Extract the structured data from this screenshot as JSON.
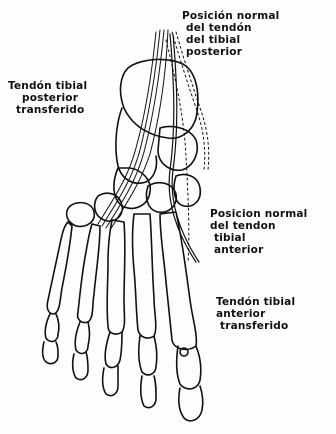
{
  "labels": {
    "tibial_posterior_normal": {
      "line1": "Posición normal",
      "line2": "del tendón",
      "line3": "del tibial",
      "line4": "posterior"
    },
    "tibial_posterior_transferred": {
      "line1": "Tendón tibial",
      "line2": "posterior",
      "line3": "transferido"
    },
    "tibial_anterior_normal": {
      "line1": "Posicion normal",
      "line2": "del tendon",
      "line3": "tibial",
      "line4": "anterior"
    },
    "tibial_anterior_transferred": {
      "line1": "Tendón tibial",
      "line2": "anterior",
      "line3": "transferido"
    }
  },
  "colors": {
    "ink": "#111111",
    "paper": "#fdfdfd"
  }
}
